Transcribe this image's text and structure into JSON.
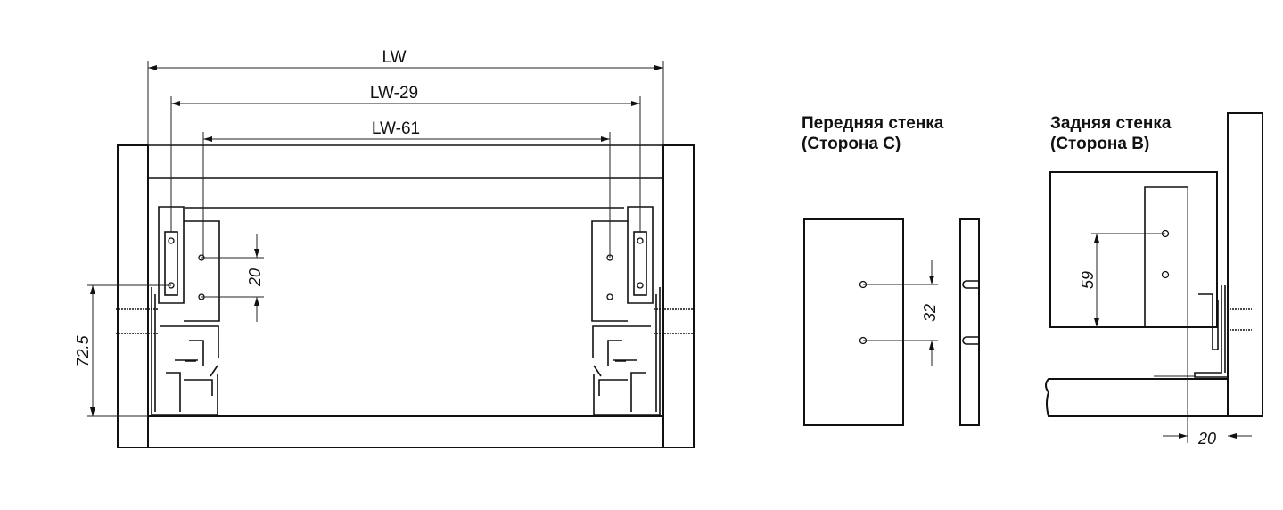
{
  "front_view": {
    "dim_lw": "LW",
    "dim_lw29": "LW-29",
    "dim_lw61": "LW-61",
    "dim_hole_spacing": "20",
    "dim_height": "72.5"
  },
  "front_panel": {
    "title_line1": "Передняя стенка",
    "title_line2": "(Сторона С)",
    "dim_hole_spacing": "32"
  },
  "back_panel": {
    "title_line1": "Задняя стенка",
    "title_line2": "(Сторона В)",
    "dim_hole_height": "59",
    "dim_offset": "20"
  }
}
